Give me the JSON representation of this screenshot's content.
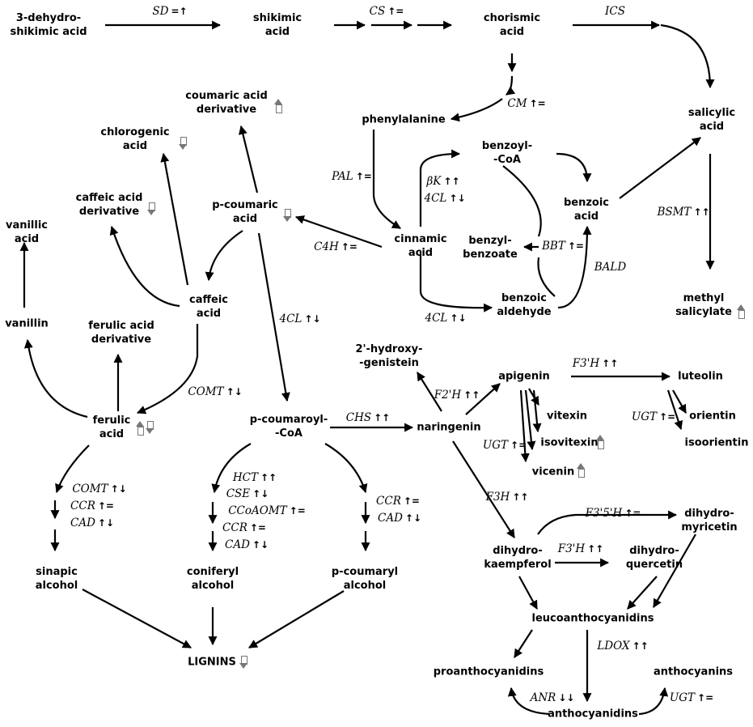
{
  "nodes": {
    "dehydroshikimic": [
      "3-dehydro-",
      "shikimic acid"
    ],
    "shikimic": [
      "shikimic",
      "acid"
    ],
    "chorismic": [
      "chorismic",
      "acid"
    ],
    "salicylic": [
      "salicylic",
      "acid"
    ],
    "methylsalicylate": [
      "methyl",
      "salicylate"
    ],
    "phenylalanine": [
      "phenylalanine"
    ],
    "benzoylcoa": [
      "benzoyl-",
      "-CoA"
    ],
    "benzoic": [
      "benzoic",
      "acid"
    ],
    "cinnamic": [
      "cinnamic",
      "acid"
    ],
    "benzylbenzoate": [
      "benzyl-",
      "benzoate"
    ],
    "benzoicaldehyde": [
      "benzoic",
      "aldehyde"
    ],
    "coumaricderiv": [
      "coumaric acid",
      "derivative"
    ],
    "chlorogenic": [
      "chlorogenic",
      "acid"
    ],
    "caffeicderiv": [
      "caffeic acid",
      "derivative"
    ],
    "pcoumaric": [
      "p-coumaric",
      "acid"
    ],
    "vanillic": [
      "vanillic",
      "acid"
    ],
    "vanillin": [
      "vanillin"
    ],
    "caffeic": [
      "caffeic",
      "acid"
    ],
    "ferulicderiv": [
      "ferulic acid",
      "derivative"
    ],
    "ferulic": [
      "ferulic",
      "acid"
    ],
    "pcoumaroylcoa": [
      "p-coumaroyl-",
      "-CoA"
    ],
    "hydroxygenistein": [
      "2'-hydroxy-",
      "-genistein"
    ],
    "naringenin": [
      "naringenin"
    ],
    "apigenin": [
      "apigenin"
    ],
    "luteolin": [
      "luteolin"
    ],
    "vitexin": [
      "vitexin"
    ],
    "isovitexin": [
      "isovitexin"
    ],
    "vicenin": [
      "vicenin"
    ],
    "orientin": [
      "orientin"
    ],
    "isoorientin": [
      "isoorientin"
    ],
    "sinapic": [
      "sinapic",
      "alcohol"
    ],
    "coniferyl": [
      "coniferyl",
      "alcohol"
    ],
    "pcoumaryl": [
      "p-coumaryl",
      "alcohol"
    ],
    "lignins": [
      "LIGNINS"
    ],
    "dihydrokaempferol": [
      "dihydro-",
      "kaempferol"
    ],
    "dihydroquercetin": [
      "dihydro-",
      "quercetin"
    ],
    "dihydromyricetin": [
      "dihydro-",
      "myricetin"
    ],
    "leucoanthocyanidins": [
      "leucoanthocyanidins"
    ],
    "proanthocyanidins": [
      "proanthocyanidins"
    ],
    "anthocyanins": [
      "anthocyanins"
    ],
    "anthocyanidins": [
      "anthocyanidins"
    ]
  },
  "enzymes": {
    "SD": {
      "name": "SD",
      "sign": "=↑"
    },
    "CS": {
      "name": "CS",
      "sign": "↑="
    },
    "ICS": {
      "name": "ICS",
      "sign": ""
    },
    "CM": {
      "name": "CM",
      "sign": "↑="
    },
    "PAL": {
      "name": "PAL",
      "sign": "↑="
    },
    "BK": {
      "name": "βK",
      "sign": "↑↑"
    },
    "4CL_benz": {
      "name": "4CL",
      "sign": "↑↓"
    },
    "BBT": {
      "name": "BBT",
      "sign": "↑="
    },
    "BALD": {
      "name": "BALD",
      "sign": ""
    },
    "4CL_ald": {
      "name": "4CL",
      "sign": "↑↓"
    },
    "BSMT": {
      "name": "BSMT",
      "sign": "↑↑"
    },
    "C4H": {
      "name": "C4H",
      "sign": "↑="
    },
    "4CL_cou": {
      "name": "4CL",
      "sign": "↑↓"
    },
    "COMT_caf": {
      "name": "COMT",
      "sign": "↑↓"
    },
    "CHS": {
      "name": "CHS",
      "sign": "↑↑"
    },
    "F2H": {
      "name": "F2'H",
      "sign": "↑↑"
    },
    "F3H_lut": {
      "name": "F3'H",
      "sign": "↑↑"
    },
    "UGT_api": {
      "name": "UGT",
      "sign": "↑="
    },
    "UGT_lut": {
      "name": "UGT",
      "sign": "↑="
    },
    "F3H": {
      "name": "F3H",
      "sign": "↑↑"
    },
    "F35H": {
      "name": "F3'5'H",
      "sign": "↑="
    },
    "F3H_dq": {
      "name": "F3'H",
      "sign": "↑↑"
    },
    "COMT_s": {
      "name": "COMT",
      "sign": "↑↓"
    },
    "CCR_s": {
      "name": "CCR",
      "sign": "↑="
    },
    "CAD_s": {
      "name": "CAD",
      "sign": "↑↓"
    },
    "HCT": {
      "name": "HCT",
      "sign": "↑↑"
    },
    "CSE": {
      "name": "CSE",
      "sign": "↑↓"
    },
    "CCoAOMT": {
      "name": "CCoAOMT",
      "sign": "↑="
    },
    "CCR_c": {
      "name": "CCR",
      "sign": "↑="
    },
    "CAD_c": {
      "name": "CAD",
      "sign": "↑↓"
    },
    "CCR_p": {
      "name": "CCR",
      "sign": "↑="
    },
    "CAD_p": {
      "name": "CAD",
      "sign": "↑↓"
    },
    "LDOX": {
      "name": "LDOX",
      "sign": "↑↑"
    },
    "ANR": {
      "name": "ANR",
      "sign": "↓↓"
    },
    "UGT_anth": {
      "name": "UGT",
      "sign": "↑="
    }
  },
  "metabolite_changes": {
    "coumaricderiv": "up",
    "chlorogenic": "down",
    "caffeicderiv": "down",
    "pcoumaric": "down",
    "ferulic": "up-down",
    "methylsalicylate": "up",
    "isovitexin": "up",
    "vicenin": "up",
    "lignins": "down"
  },
  "colors": {
    "line": "#000000",
    "hollow_arrow": "#777777"
  }
}
